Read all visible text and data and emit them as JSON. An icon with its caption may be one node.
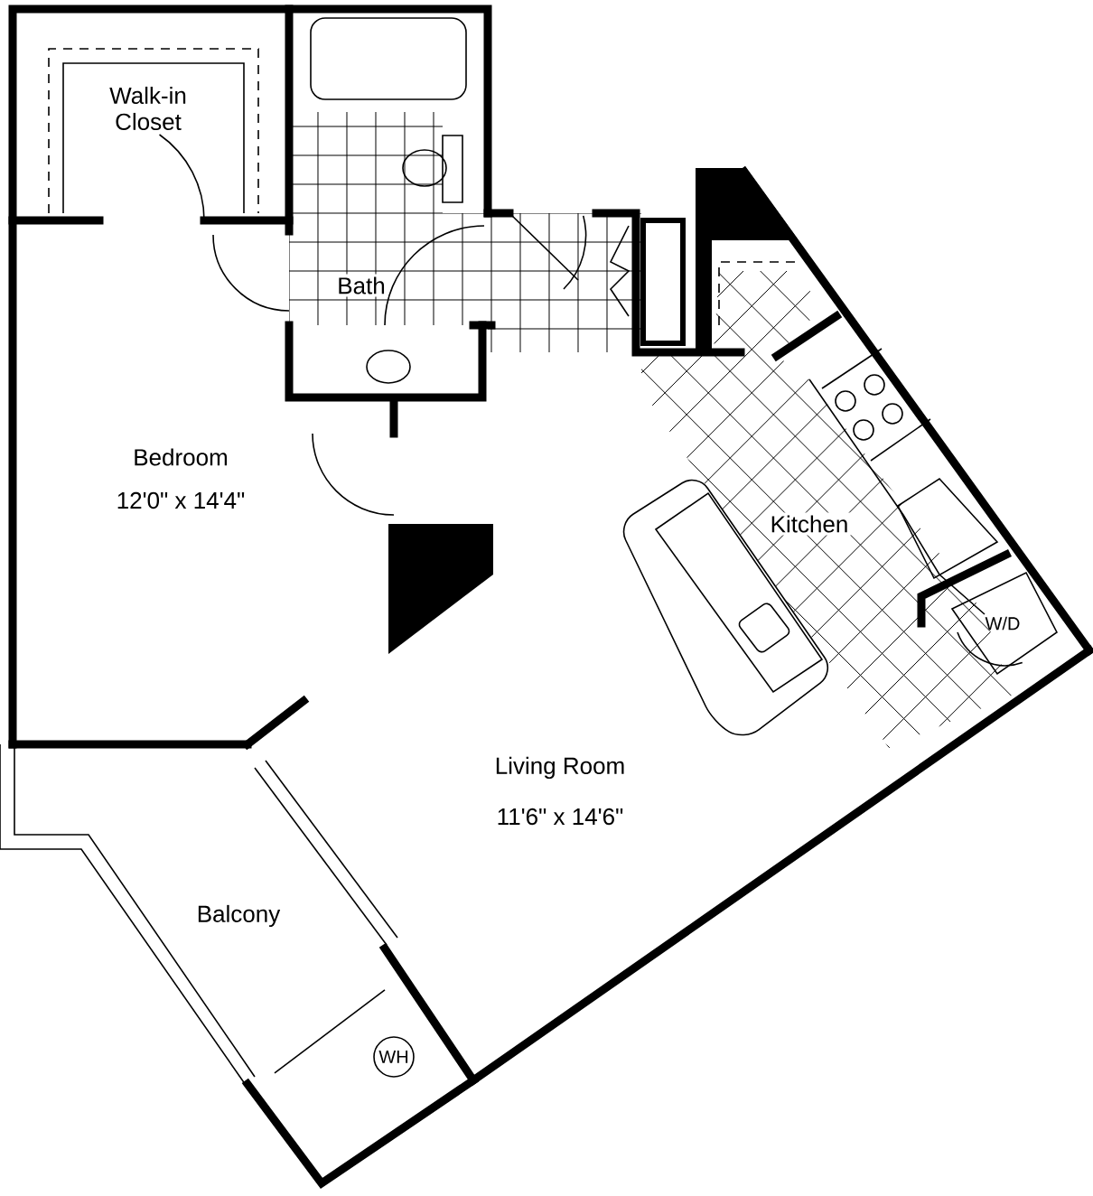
{
  "diagram": {
    "nodes": [
      {
        "text": [
          "W/D"
        ]
      },
      {
        "text": [
          "WH"
        ]
      }
    ],
    "labels": [
      "Walk-in Closet",
      "Bath",
      "Bedroom",
      "12'0\" x 14'4\"",
      "Kitchen",
      "Living Room",
      "11'6\" x 14'6\"",
      "Balcony"
    ]
  }
}
